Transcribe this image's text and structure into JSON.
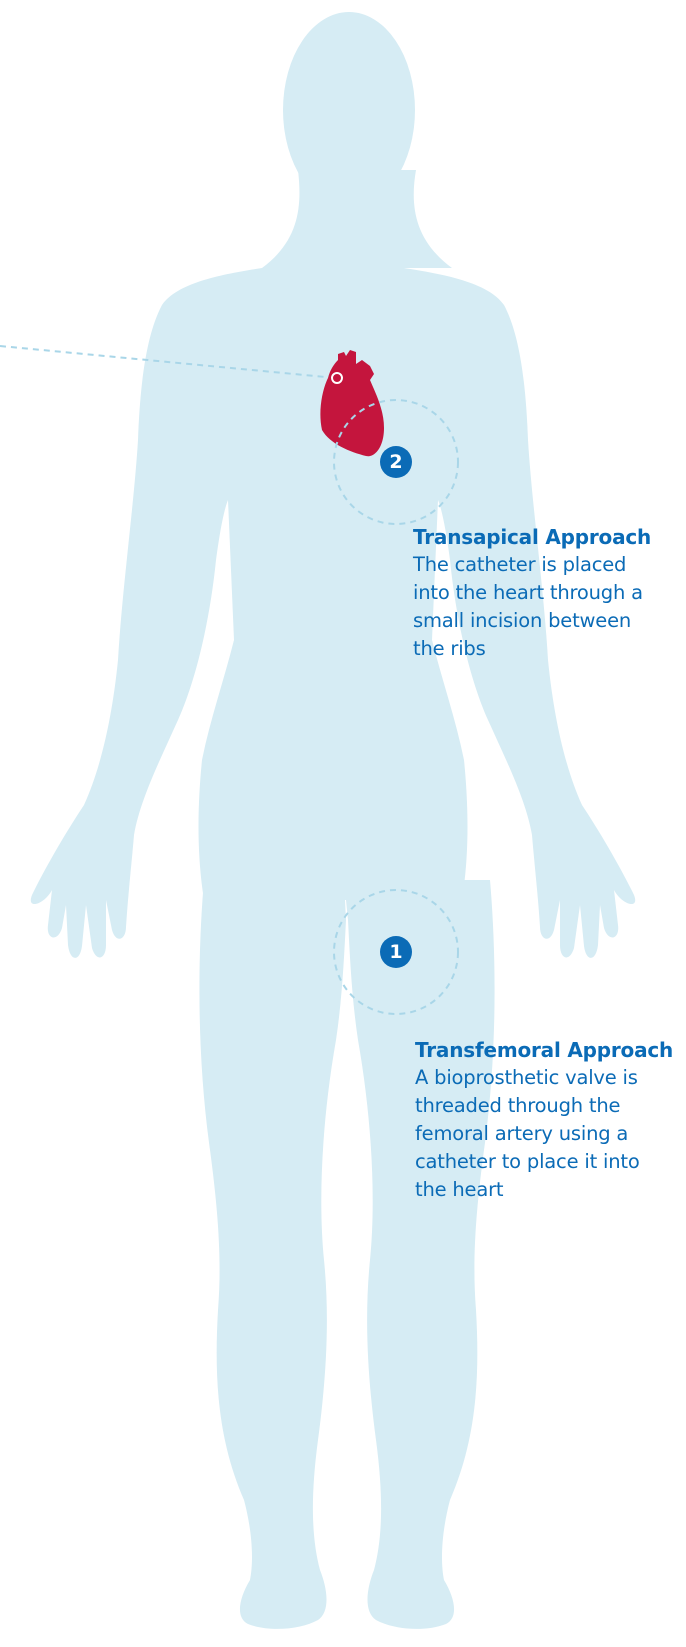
{
  "colors": {
    "silhouette": "#d6ecf4",
    "accent_blue": "#0b6bb6",
    "heart_red": "#c4153d",
    "dashed_line": "#a9d6e8"
  },
  "icons": {
    "heart": "heart-icon",
    "pointer": "pointer-ring-icon"
  },
  "steps": [
    {
      "number": "2",
      "title": "Transapical Approach",
      "description": "The catheter is placed into the heart through a small incision between the ribs"
    },
    {
      "number": "1",
      "title": "Transfemoral Approach",
      "description": "A bioprosthetic valve is threaded through the femoral artery using a catheter to place it into the heart"
    }
  ]
}
